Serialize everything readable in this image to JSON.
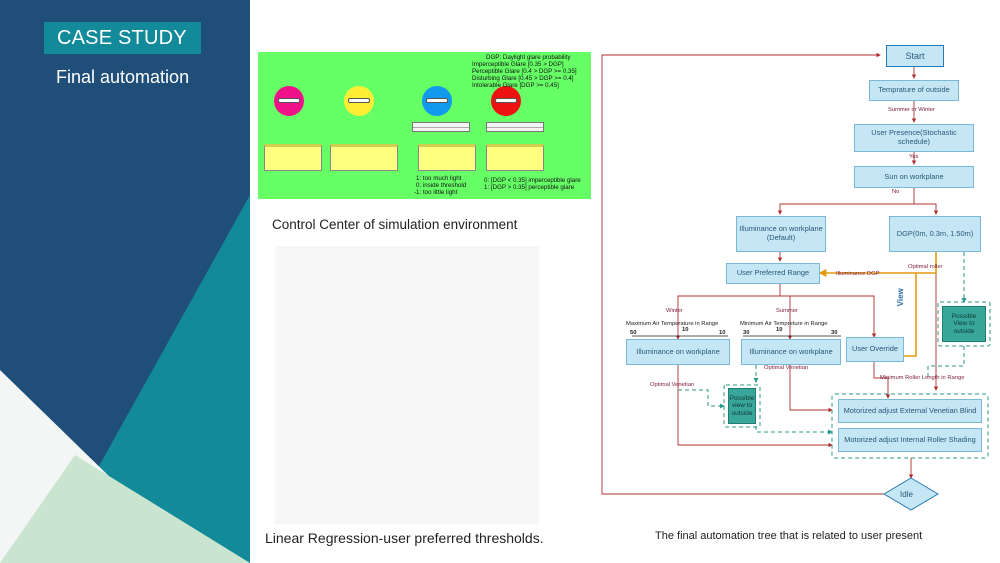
{
  "slide": {
    "badge": "CASE STUDY",
    "title": "Final automation",
    "colors": {
      "navy": "#1f4e79",
      "teal": "#138a9a",
      "mint": "#c9e5cf",
      "sim_green": "#66ff66"
    }
  },
  "control_center": {
    "legend_lines": [
      "DGP: Daylight glare probability",
      "Imperceptible Glare [0.35 > DGP]",
      "Perceptible Glare [0.4 > DGP >= 0.35]",
      "Disturbing Glare [0.45 > DGP >= 0.4]",
      "Intolerable Glare [DGP >= 0.45]"
    ],
    "indicator_lines": [
      "1: too much light",
      "0: inside threshold",
      "-1: too little light"
    ],
    "glare_lines": [
      "0: [DGP < 0.35] imperceptible glare",
      "1: [DGP > 0.35] perceptible glare"
    ],
    "circle_colors": [
      "#ee1188",
      "#ffee33",
      "#1199ee",
      "#ee1111"
    ],
    "caption": "Control Center of simulation environment"
  },
  "regression": {
    "caption": "Linear Regression-user preferred thresholds."
  },
  "flowchart": {
    "nodes": {
      "start": "Start",
      "outside_temp": "Temprature of outside",
      "user_presence": "User Presence(Stochastic schedule)",
      "sun": "Sun on workplane",
      "illum_default": "Illuminance on workplane (Default)",
      "dgp": "DGP(0m, 0.3m, 1.50m)",
      "user_range": "User Preferred Range",
      "illum_winter": "Illuminance on workplane",
      "illum_summer": "Illuminance on workplane",
      "user_override": "User Override",
      "view_center": "Possible view to outside",
      "view_right": "Possible View to outside",
      "venetian": "Motorized adjust External Venetian Blind",
      "roller": "Motorized adjust Internal Roller Shading",
      "idle": "Idle"
    },
    "labels": {
      "summer_winter": "Summer or Winter",
      "yes": "Yes",
      "no": "No",
      "illum_dgp": "Illuminance DGP",
      "view": "View",
      "optimal_roller": "Optimal roller",
      "winter": "Winter",
      "summer": "Summer",
      "max_air": "Maximum Air Temperature in Range",
      "min_air": "Minimum Air Tempreture in Range",
      "optimal_venetian_left": "Optimal Venetian",
      "optimal_venetian_mid": "Optimal Venetian",
      "min_roller": "Minimum Roller Length in Range",
      "scale_left_a": "50",
      "scale_left_b": "10",
      "scale_left_c": "10",
      "scale_right_a": "30",
      "scale_right_b": "10",
      "scale_right_c": "30"
    },
    "caption": "The final automation tree that is related to user present",
    "colors": {
      "box": "#c5e6f5",
      "teal": "#38a69a",
      "arrow": "#b03030",
      "dashed": "#2a9a8a",
      "orange": "#e69a10"
    }
  }
}
